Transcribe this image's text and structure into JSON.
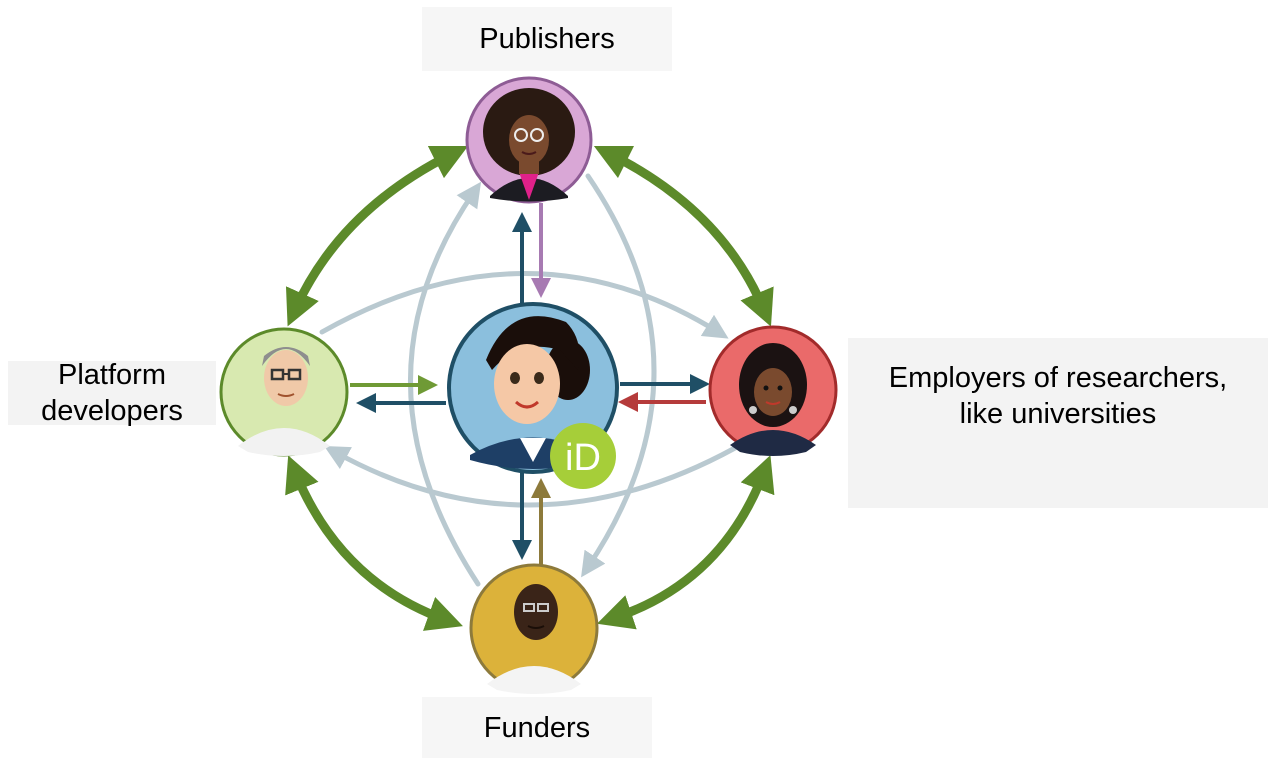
{
  "labels": {
    "publishers": "Publishers",
    "platform_line1": "Platform",
    "platform_line2": "developers",
    "employers_line1": "Employers of researchers,",
    "employers_line2": "like universities",
    "funders": "Funders"
  },
  "orcid_badge": "iD",
  "colors": {
    "green_arrow": "#5c8a2a",
    "gray_arrow": "#b9c9d0",
    "navy_arrow": "#1f4f66",
    "purple_arrow": "#a77ab2",
    "red_arrow": "#b53b3b",
    "gold_arrow": "#8d7a3b",
    "publisher_circle": "#d9a7d6",
    "platform_circle": "#d8e9b0",
    "employer_circle": "#ea6a6a",
    "funder_circle": "#dcb23a",
    "center_circle": "#8bbfdd",
    "orcid_green": "#a6ce39"
  },
  "icons": [
    "researcher-avatar",
    "publisher-avatar",
    "platform-developer-avatar",
    "employer-avatar",
    "funder-avatar",
    "orcid-icon"
  ]
}
